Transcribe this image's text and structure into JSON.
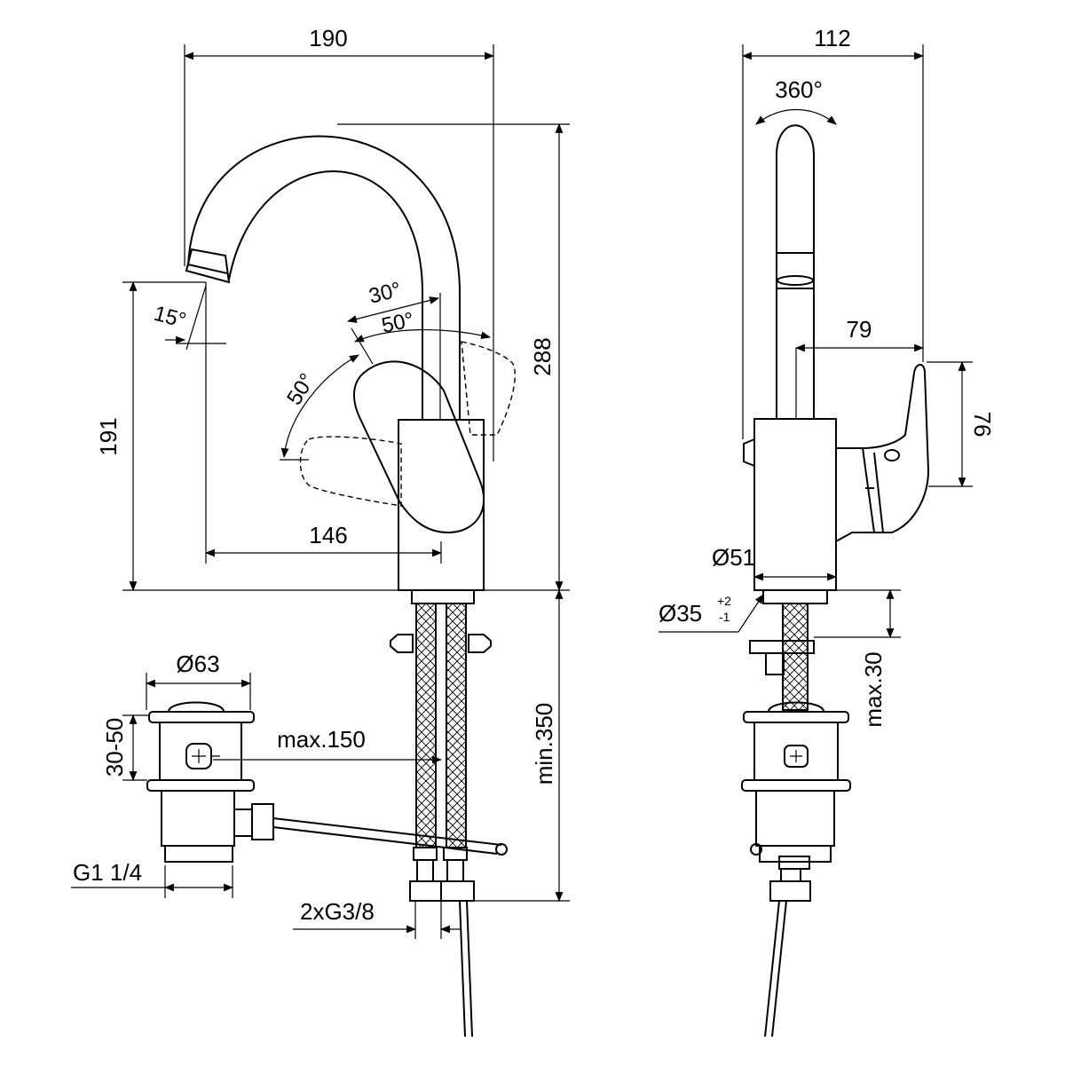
{
  "front_view": {
    "dim_width_spout": "190",
    "dim_height_total": "288",
    "dim_spout_height": "191",
    "dim_spout_reach": "146",
    "angle_spout": "15°",
    "angle_lever_30": "30°",
    "angle_lever_50_right": "50°",
    "angle_lever_50_left": "50°",
    "dim_below_deck": "min.350",
    "dim_pull_rod": "max.150",
    "dim_waste_diameter": "Ø63",
    "dim_waste_range": "30-50",
    "thread_waste": "G1 1/4",
    "thread_hoses": "2xG3/8"
  },
  "side_view": {
    "dim_depth": "112",
    "rotation": "360°",
    "dim_lever_reach": "79",
    "dim_lever_height": "76",
    "dim_base_diameter": "Ø51",
    "dim_hole_diameter": "Ø35",
    "tolerance_plus": "+2",
    "tolerance_minus": "-1",
    "dim_deck_thickness": "max.30"
  }
}
